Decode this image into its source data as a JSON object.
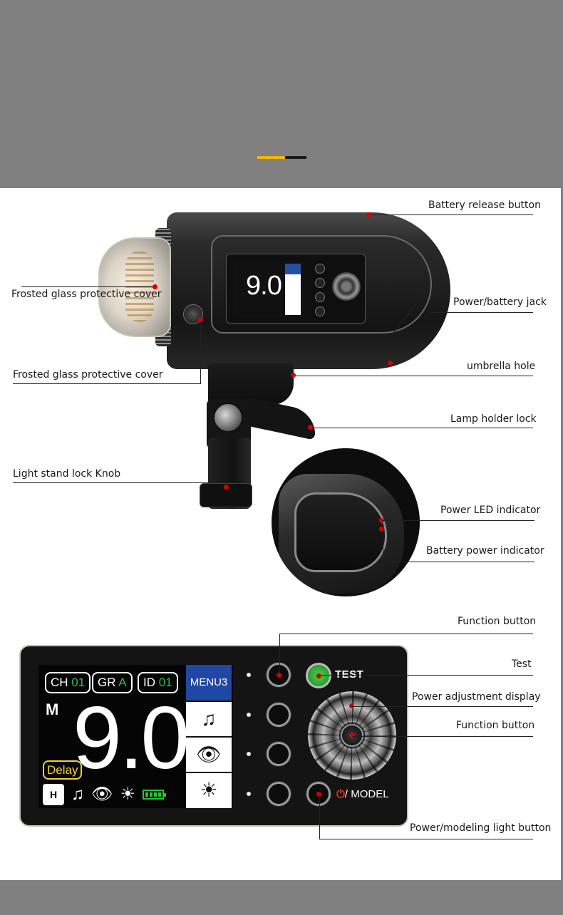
{
  "labels": {
    "battery_release": "Battery release button",
    "frosted_cover_top": "Frosted glass protective cover",
    "power_battery_jack": "Power/battery jack",
    "frosted_cover_bottom": "Frosted glass protective cover",
    "umbrella_hole": "umbrella hole",
    "lamp_holder_lock": "Lamp holder lock",
    "light_stand_lock": "Light stand lock Knob",
    "power_led": "Power LED indicator",
    "battery_power": "Battery power indicator",
    "function_button_top": "Function button",
    "test": "Test",
    "power_adjustment": "Power adjustment display",
    "function_button_dial": "Function button",
    "power_modeling": "Power/modeling light button"
  },
  "panel": {
    "ch_label": "CH",
    "ch_value": "01",
    "gr_label": "GR",
    "gr_value": "A",
    "id_label": "ID",
    "id_value": "01",
    "mode": "M",
    "power_value": "9.0",
    "delay": "Delay",
    "flash_icon": "H",
    "menu": "MENU3",
    "test_button": "TEST",
    "model_button": "/ MODEL",
    "power_symbol": "⏻"
  },
  "mini_display": {
    "power_value": "9.0"
  },
  "icons": {
    "music": "♫",
    "eye": "👁",
    "bulb": "☀"
  },
  "colors": {
    "accent_yellow": "#f2b705",
    "menu_blue": "#1f47a3",
    "test_green": "#3cc43f",
    "indicator_red": "#d40000",
    "status_green": "#2fbf3a"
  }
}
